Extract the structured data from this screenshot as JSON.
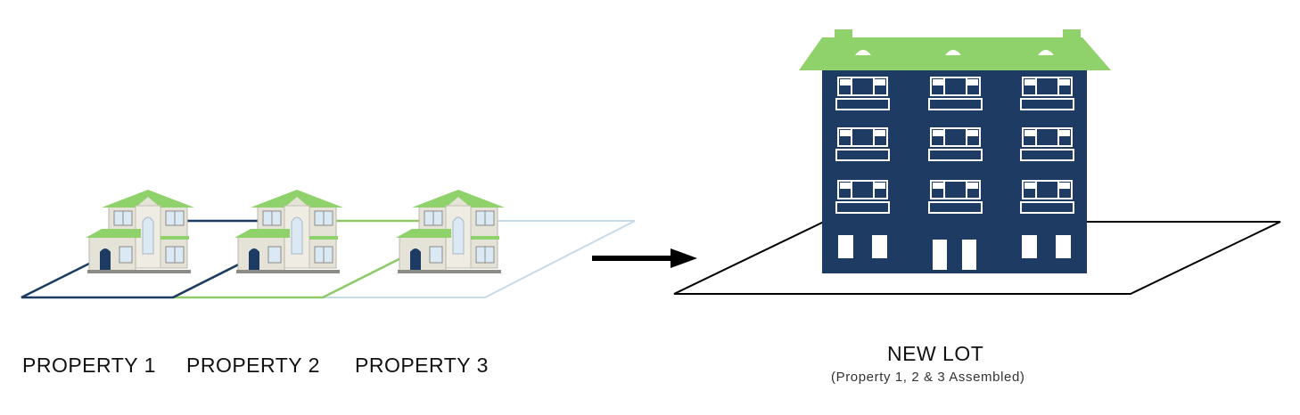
{
  "labels": {
    "property_1": "PROPERTY 1",
    "property_2": "PROPERTY 2",
    "property_3": "PROPERTY 3",
    "new_lot": "NEW LOT",
    "new_lot_note": "(Property 1, 2 & 3 Assembled)"
  },
  "colors": {
    "navy": "#1d3b63",
    "roof_green": "#8fd16a",
    "lot_green": "#8fc96a",
    "lot_light_blue": "#c5dbea",
    "house_wall": "#e5e2d8",
    "house_trim": "#8d8b86",
    "window_blue": "#dbe9f5",
    "arrow": "#000000"
  }
}
